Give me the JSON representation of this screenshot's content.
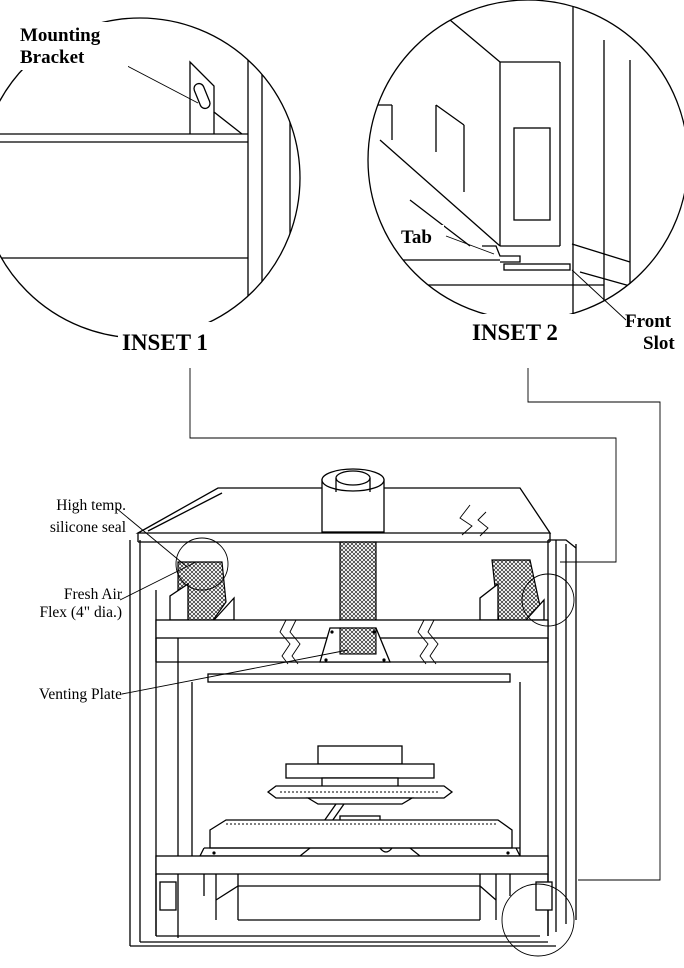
{
  "inset1": {
    "title": "INSET 1",
    "label_line1": "Mounting",
    "label_line2": "Bracket"
  },
  "inset2": {
    "title": "INSET 2",
    "tab_label": "Tab",
    "front_label_line1": "Front",
    "front_label_line2": "Slot"
  },
  "main_callouts": {
    "seal_line1": "High temp.",
    "seal_line2": "silicone seal",
    "flex_line1": "Fresh Air",
    "flex_line2": "Flex (4\" dia.)",
    "venting_plate": "Venting Plate"
  }
}
